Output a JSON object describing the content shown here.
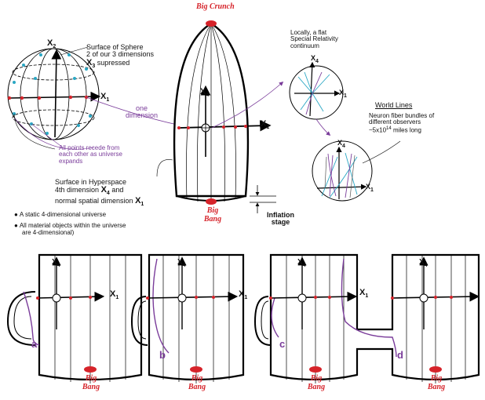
{
  "top": {
    "big_crunch": "Big Crunch",
    "big_bang": "Big Bang",
    "sphere_caption": [
      "Surface of Sphere",
      "2 of our 3 dimensions"
    ],
    "x3_suppressed": "supressed",
    "one_dimension": [
      "one",
      "dimension"
    ],
    "recede": [
      "All points recede from",
      "each other as universe",
      "expands"
    ],
    "hyperspace": [
      "Surface in Hyperspace",
      "4th dimension",
      "and",
      "normal spatial dimension"
    ],
    "inflation": [
      "Inflation",
      "stage"
    ],
    "bullets": [
      "A static 4-dimensional universe",
      "All material objects within the universe",
      "are 4-dimensional)"
    ],
    "local_flat": [
      "Locally, a flat",
      "Special Relativity",
      "continuum"
    ],
    "world_lines_title": "World Lines",
    "world_lines_body": [
      "Neuron fiber bundles of",
      "different observers",
      "~5x10",
      "14",
      " miles long"
    ]
  },
  "axes": {
    "x": "X",
    "one": "1",
    "two": "2",
    "three": "3",
    "four": "4"
  },
  "bottom": {
    "labels": [
      "a",
      "b",
      "c",
      "d"
    ],
    "big_bang": "Big Bang"
  },
  "colors": {
    "accent_red": "#d6232a",
    "world_line_purple": "#7a3c9a",
    "point_cyan": "#2aa7c4"
  }
}
